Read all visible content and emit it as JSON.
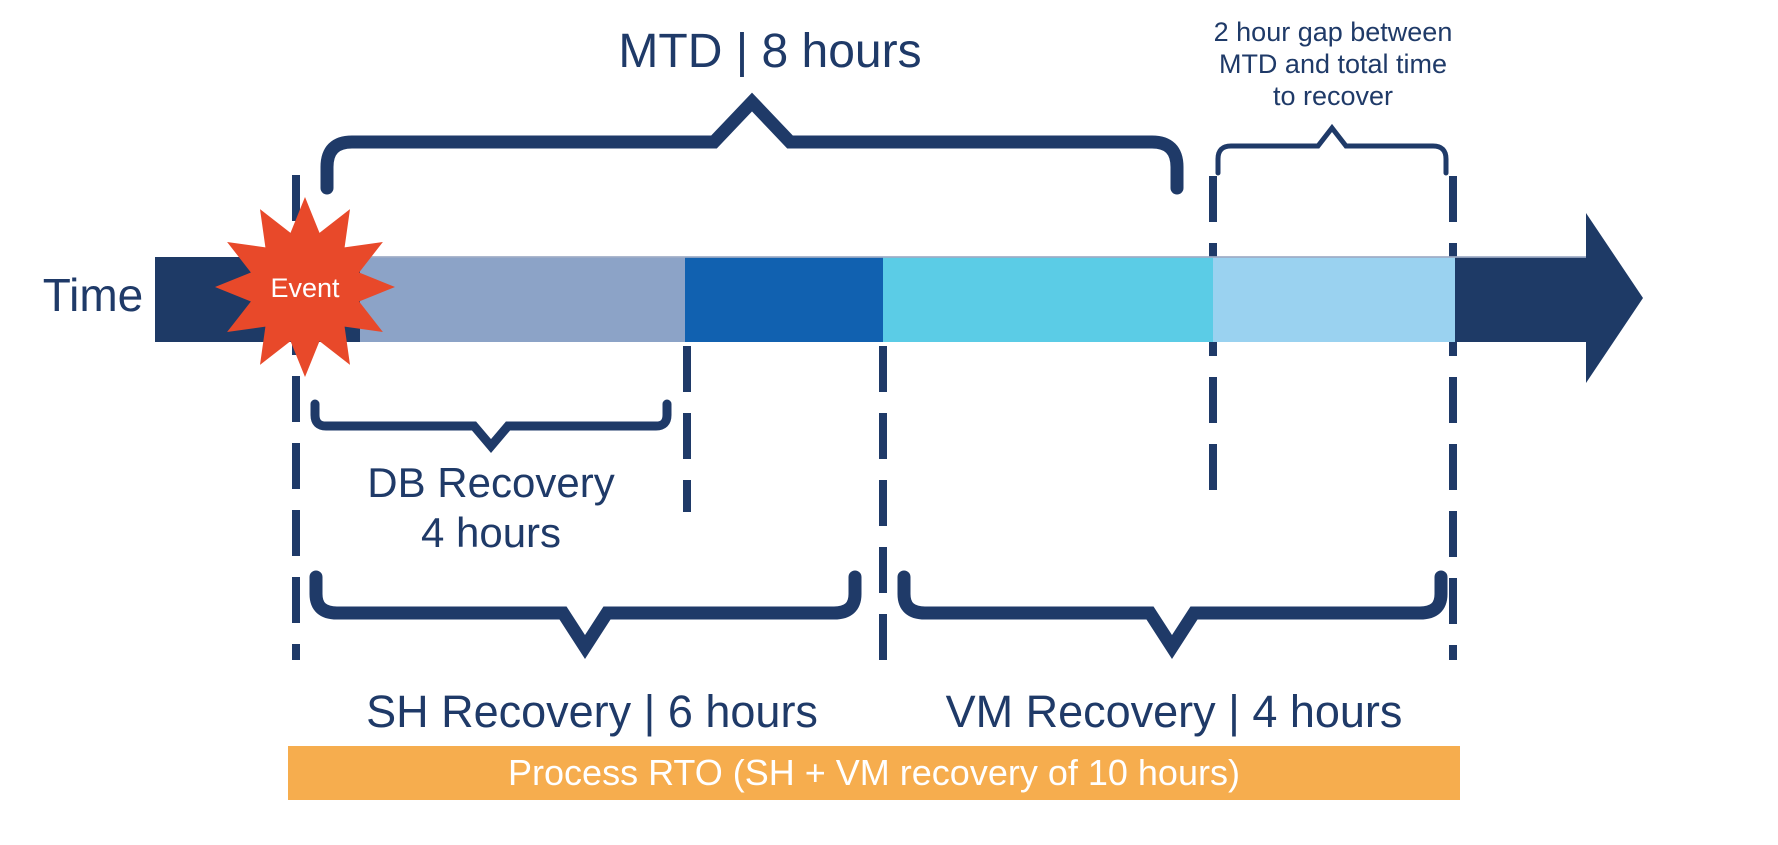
{
  "colors": {
    "navy": "#1f3a68",
    "bar_navy": "#1e3a66",
    "gray_blue": "#8ca3c7",
    "medium_blue": "#1161b0",
    "cyan": "#5bcce6",
    "light_blue": "#9ad2f0",
    "event_red": "#e8492a",
    "banner_orange": "#f6ad4e",
    "white": "#ffffff"
  },
  "diagram": {
    "time_label": "Time",
    "event": {
      "label": "Event"
    },
    "mtd": {
      "label": "MTD | 8 hours",
      "hours": 8
    },
    "gap_note": {
      "line1": "2 hour gap between",
      "line2": "MTD and total time",
      "line3": "to recover",
      "hours": 2
    },
    "db_recovery": {
      "line1": "DB Recovery",
      "line2": "4 hours",
      "hours": 4
    },
    "sh_recovery": {
      "label": "SH Recovery | 6 hours",
      "hours": 6
    },
    "vm_recovery": {
      "label": "VM Recovery | 4 hours",
      "hours": 4
    },
    "process_rto": {
      "label": "Process RTO (SH + VM recovery of 10 hours)",
      "hours": 10
    },
    "segments": [
      {
        "name": "pre-event-lead",
        "color": "#1e3a66"
      },
      {
        "name": "db-recovery-span",
        "color": "#8ca3c7"
      },
      {
        "name": "sh-recovery-remainder-span",
        "color": "#1161b0"
      },
      {
        "name": "vm-recovery-within-mtd-span",
        "color": "#5bcce6"
      },
      {
        "name": "gap-after-mtd-span",
        "color": "#9ad2f0"
      },
      {
        "name": "post-recovery-tail",
        "color": "#1e3a66"
      }
    ]
  }
}
